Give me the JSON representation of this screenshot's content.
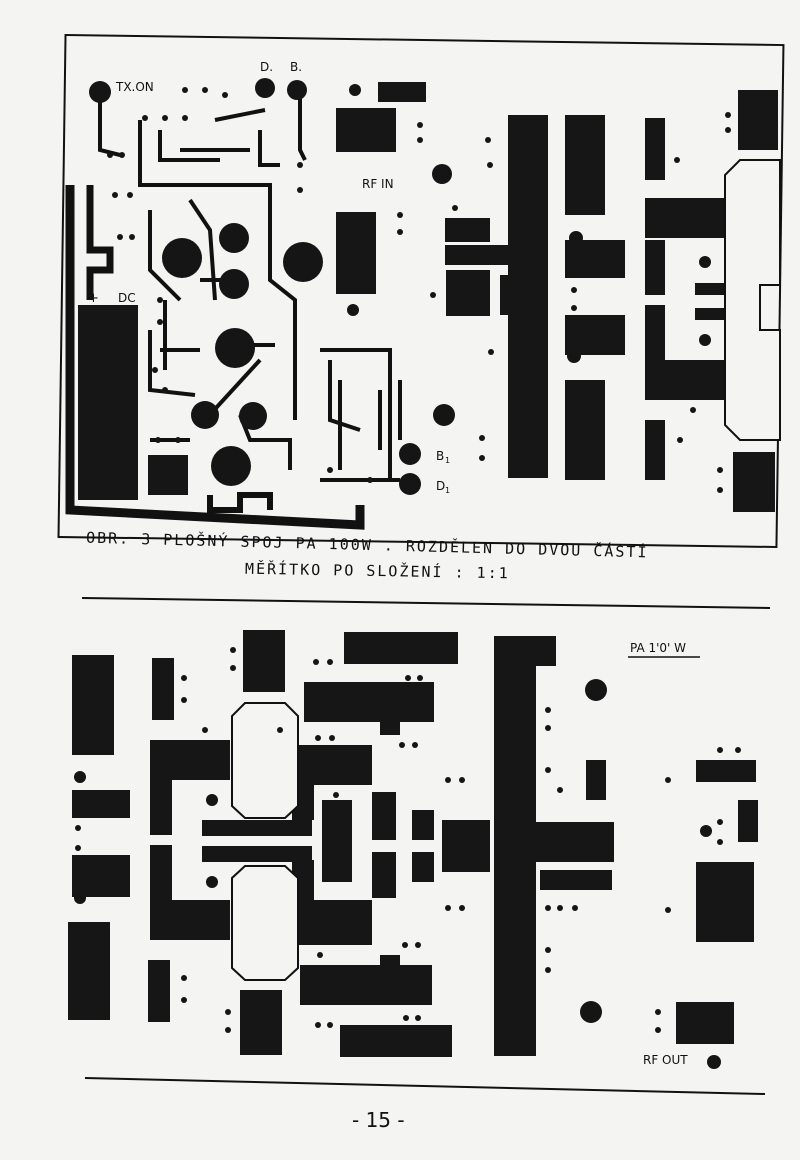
{
  "board1": {
    "labels": {
      "tx_on": "TX.ON",
      "d": "D.",
      "b": "B.",
      "rf_in": "RF IN",
      "plus": "+",
      "dc": "DC",
      "b1": "B",
      "b1_sub": "1",
      "d1": "D",
      "d1_sub": "1"
    },
    "caption_line1": "OBR. 3    PLOŠNÝ SPOJ PA 100W . ROZDĚLEN DO DVOU ČÁSTÍ",
    "caption_line2": "MĚŘÍTKO PO SLOŽENÍ :  1:1"
  },
  "board2": {
    "labels": {
      "title": "PA 1'0' W",
      "rf_out": "RF OUT"
    }
  },
  "page_number": "- 15 -"
}
